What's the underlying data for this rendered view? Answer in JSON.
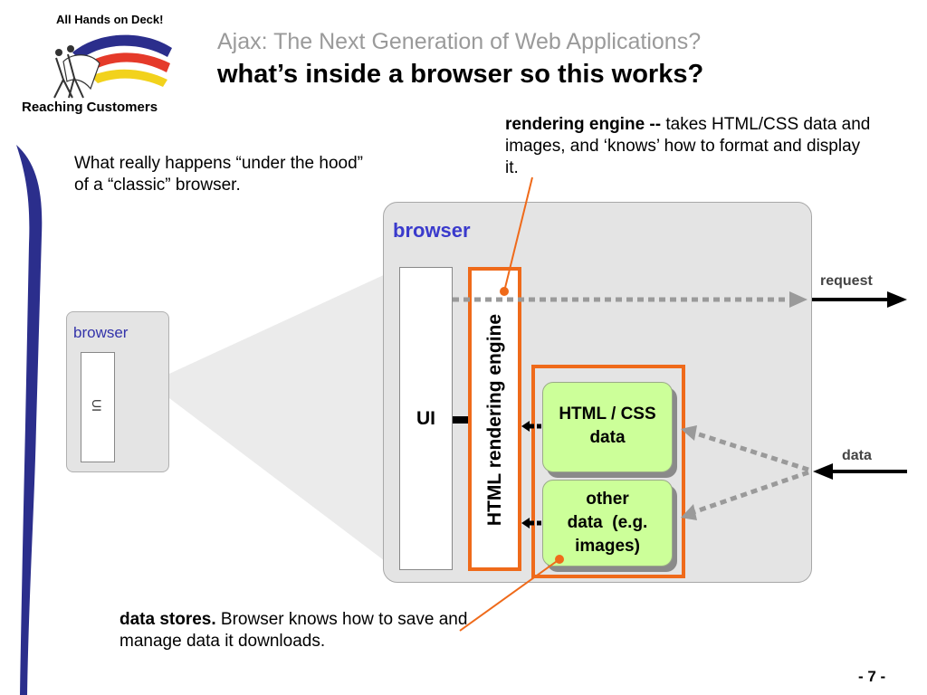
{
  "logo": {
    "top_text": "All Hands on Deck!",
    "bottom_text": "Reaching Customers"
  },
  "title": {
    "line1": "Ajax: The Next Generation of Web Applications?",
    "line2": "what’s inside a browser so this works?"
  },
  "intro": "What really happens “under the hood” of a “classic” browser.",
  "rendering_note": {
    "bold": "rendering engine --",
    "text": " takes HTML/CSS data and images, and ‘knows’ how to format and display it."
  },
  "data_stores_note": {
    "bold": "data stores.",
    "text": " Browser knows how to save and manage data it downloads."
  },
  "small_browser": {
    "label": "browser",
    "ui_label": "UI"
  },
  "big_browser": {
    "label": "browser",
    "ui_label": "UI",
    "engine_label": "HTML rendering engine",
    "store1": [
      "HTML / CSS",
      "data"
    ],
    "store2": [
      "other",
      "data  (e.g.",
      "images)"
    ]
  },
  "arrows": {
    "request_label": "request",
    "data_label": "data"
  },
  "page_number": "- 7 -",
  "colors": {
    "accent_orange": "#ef6a1a",
    "store_green": "#ccff99",
    "browser_label_blue": "#3a3acc",
    "side_ribbon_navy": "#2b2e8c"
  }
}
